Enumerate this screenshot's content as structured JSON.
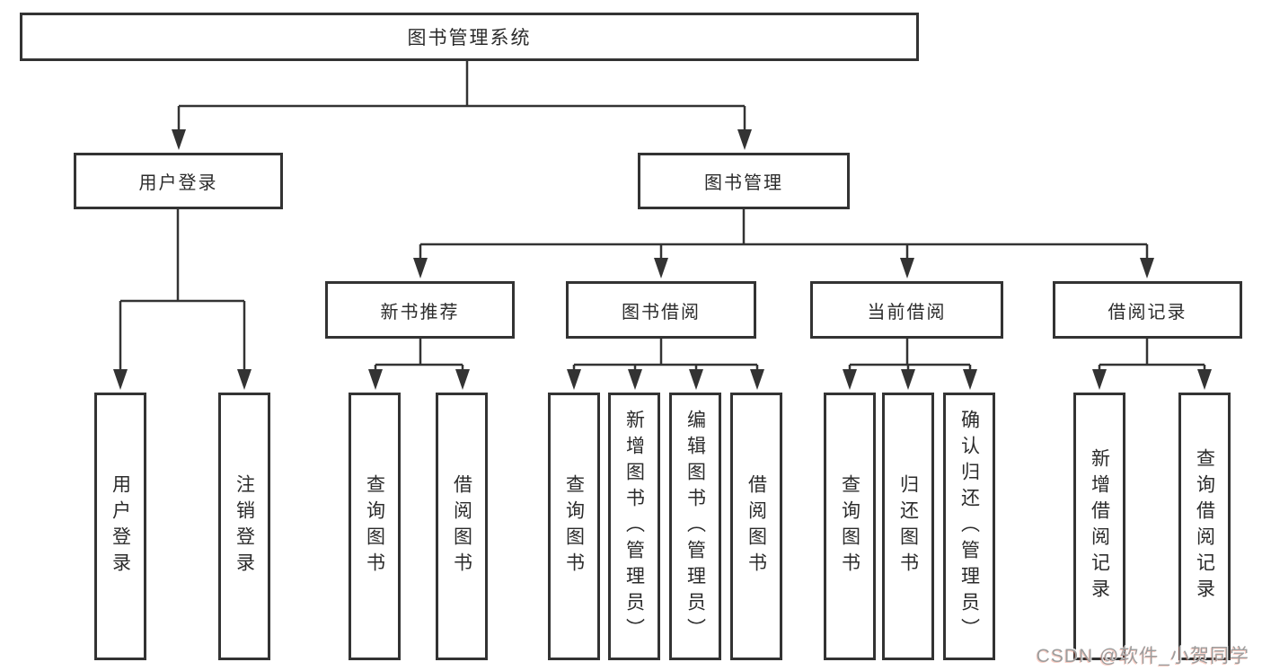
{
  "diagram": {
    "root": {
      "label": "图书管理系统",
      "children": [
        {
          "label": "用户登录",
          "children": [
            {
              "label": "用户登录"
            },
            {
              "label": "注销登录"
            }
          ]
        },
        {
          "label": "图书管理",
          "children": [
            {
              "label": "新书推荐",
              "children": [
                {
                  "label": "查询图书"
                },
                {
                  "label": "借阅图书"
                }
              ]
            },
            {
              "label": "图书借阅",
              "children": [
                {
                  "label": "查询图书"
                },
                {
                  "label": "新增图书（管理员）"
                },
                {
                  "label": "编辑图书（管理员）"
                },
                {
                  "label": "借阅图书"
                }
              ]
            },
            {
              "label": "当前借阅",
              "children": [
                {
                  "label": "查询图书"
                },
                {
                  "label": "归还图书"
                },
                {
                  "label": "确认归还（管理员）"
                }
              ]
            },
            {
              "label": "借阅记录",
              "children": [
                {
                  "label": "新增借阅记录"
                },
                {
                  "label": "查询借阅记录"
                }
              ]
            }
          ]
        }
      ]
    }
  },
  "watermark": {
    "text": "CSDN @软件_小贺同学"
  },
  "colors": {
    "line": "#333333",
    "box_border": "#333333",
    "box_fill": "#ffffff",
    "text": "#2b2b2b",
    "watermark": "#9d9d9d",
    "background": "#ffffff"
  }
}
